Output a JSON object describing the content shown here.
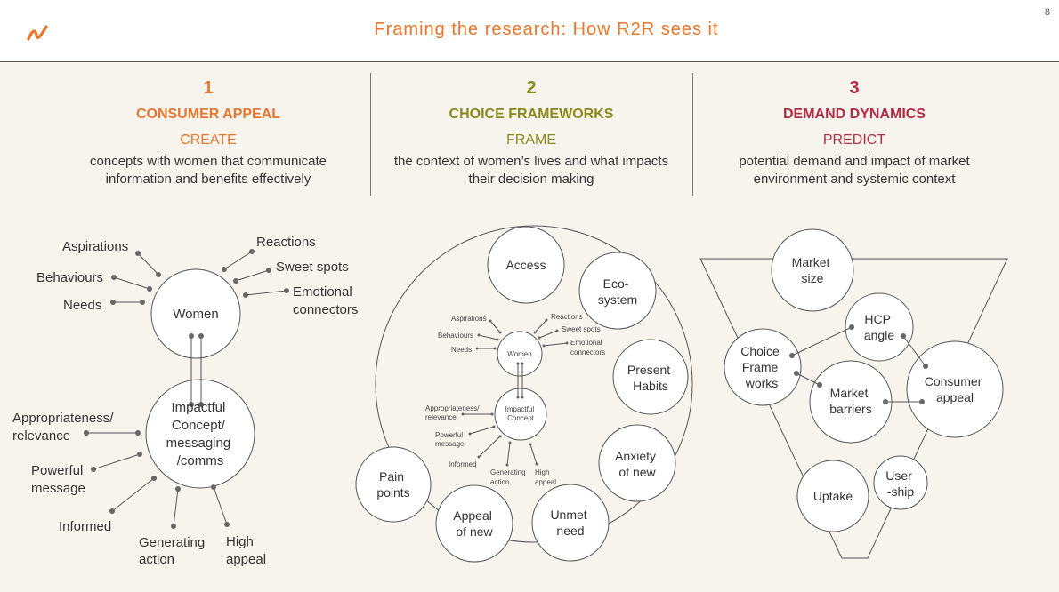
{
  "header": {
    "title": "Framing the research: How R2R sees it",
    "page_number": "8",
    "accent_color": "#e8762c"
  },
  "columns": [
    {
      "number": "1",
      "heading": "CONSUMER APPEAL",
      "verb": "CREATE",
      "desc_line1": "concepts with women that communicate",
      "desc_line2": "information and benefits effectively",
      "color": "#e8762c"
    },
    {
      "number": "2",
      "heading": "CHOICE FRAMEWORKS",
      "verb": "FRAME",
      "desc_line1": "the context of women’s lives and what impacts",
      "desc_line2": "their decision making",
      "color": "#8a8a1a"
    },
    {
      "number": "3",
      "heading": "DEMAND DYNAMICS",
      "verb": "PREDICT",
      "desc_line1": "potential demand and impact of market",
      "desc_line2": "environment and systemic context",
      "color": "#b32b45"
    }
  ],
  "diagram1": {
    "women": "Women",
    "concept": [
      "Impactful",
      "Concept/",
      "messaging",
      "/comms"
    ],
    "aspirations": "Aspirations",
    "behaviours": "Behaviours",
    "needs": "Needs",
    "reactions": "Reactions",
    "sweet_spots": "Sweet spots",
    "emotional": [
      "Emotional",
      "connectors"
    ],
    "appropriateness": [
      "Appropriateness/",
      "relevance"
    ],
    "powerful": [
      "Powerful",
      "message"
    ],
    "informed": "Informed",
    "generating": [
      "Generating",
      "action"
    ],
    "high_appeal": [
      "High",
      "appeal"
    ]
  },
  "diagram2": {
    "access": "Access",
    "ecosystem": [
      "Eco-",
      "system"
    ],
    "present_habits": [
      "Present",
      "Habits"
    ],
    "anxiety": [
      "Anxiety",
      "of new"
    ],
    "unmet": [
      "Unmet",
      "need"
    ],
    "appeal": [
      "Appeal",
      "of new"
    ],
    "pain": [
      "Pain",
      "points"
    ],
    "mini_women": "Women",
    "mini_concept": [
      "Impactful",
      "Concept"
    ],
    "mini_aspirations": "Aspirations",
    "mini_behaviours": "Behaviours",
    "mini_needs": "Needs",
    "mini_reactions": "Reactions",
    "mini_sweet": "Sweet spots",
    "mini_emotional": [
      "Emotional",
      "connectors"
    ],
    "mini_appropriateness": [
      "Appropriateness/",
      "relevance"
    ],
    "mini_powerful": [
      "Powerful",
      "message"
    ],
    "mini_informed": "Informed",
    "mini_generating": [
      "Generating",
      "action"
    ],
    "mini_high": [
      "High",
      "appeal"
    ]
  },
  "diagram3": {
    "market_size": [
      "Market",
      "size"
    ],
    "hcp_angle": [
      "HCP",
      "angle"
    ],
    "choice_frame": [
      "Choice",
      "Frame",
      "works"
    ],
    "consumer_appeal": [
      "Consumer",
      "appeal"
    ],
    "market_barriers": [
      "Market",
      "barriers"
    ],
    "uptake": "Uptake",
    "usership": [
      "User",
      "-ship"
    ]
  }
}
